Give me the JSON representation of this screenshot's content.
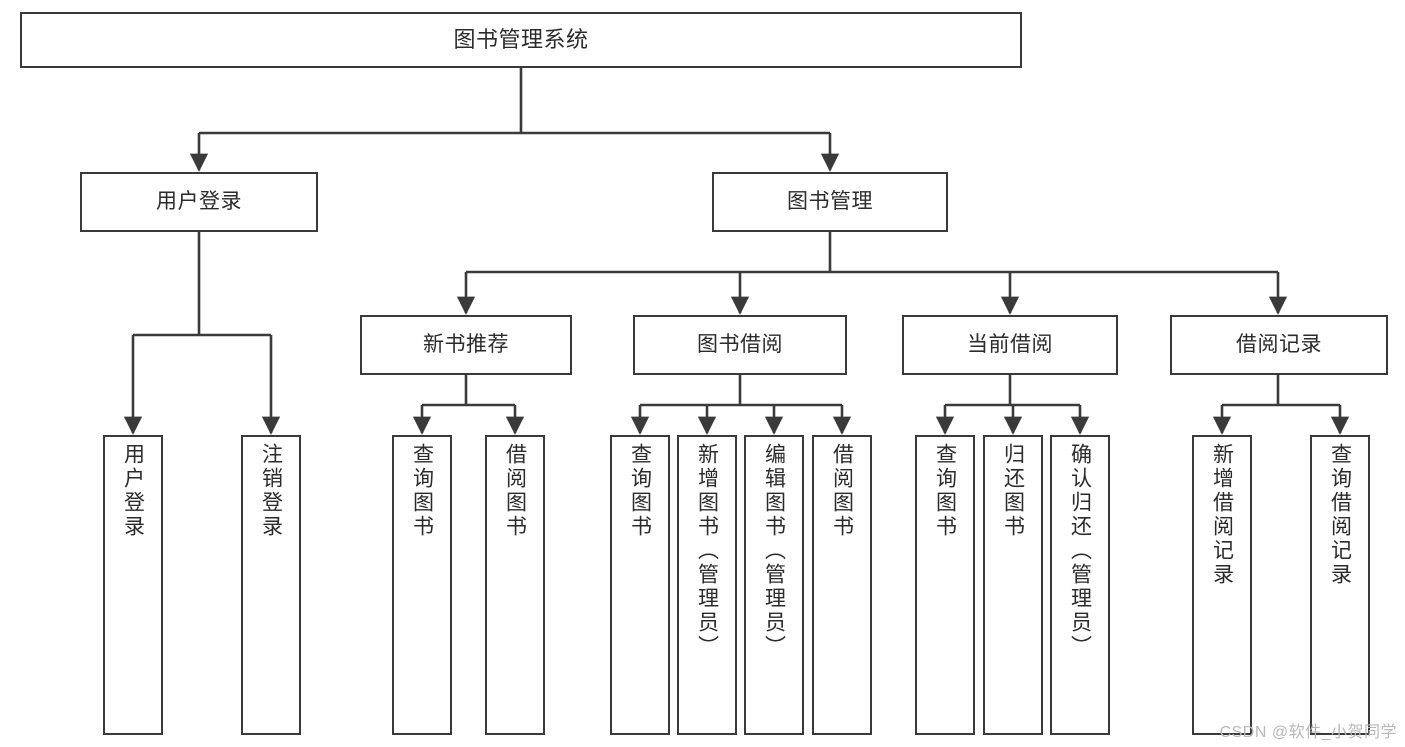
{
  "diagram": {
    "title": "图书管理系统",
    "type": "tree",
    "background_color": "#ffffff",
    "stroke_color": "#3a3a3a",
    "text_color": "#2b2b2b",
    "watermark": "CSDN @软件_小贺同学",
    "nodes": {
      "root": {
        "label": "图书管理系统"
      },
      "level2": [
        {
          "id": "user-login",
          "label": "用户登录"
        },
        {
          "id": "book-manage",
          "label": "图书管理"
        }
      ],
      "level3": [
        {
          "id": "new-book-recommend",
          "label": "新书推荐"
        },
        {
          "id": "book-borrow",
          "label": "图书借阅"
        },
        {
          "id": "current-borrow",
          "label": "当前借阅"
        },
        {
          "id": "borrow-record",
          "label": "借阅记录"
        }
      ],
      "leaves": {
        "user-login": [
          {
            "id": "leaf-user-login",
            "label": "用户登录"
          },
          {
            "id": "leaf-logout-login",
            "label": "注销登录"
          }
        ],
        "new-book-recommend": [
          {
            "id": "leaf-query-book-1",
            "label": "查询图书"
          },
          {
            "id": "leaf-borrow-book-1",
            "label": "借阅图书"
          }
        ],
        "book-borrow": [
          {
            "id": "leaf-query-book-2",
            "label": "查询图书"
          },
          {
            "id": "leaf-add-book",
            "label": "新增图书（管理员）"
          },
          {
            "id": "leaf-edit-book",
            "label": "编辑图书（管理员）"
          },
          {
            "id": "leaf-borrow-book-2",
            "label": "借阅图书"
          }
        ],
        "current-borrow": [
          {
            "id": "leaf-query-book-3",
            "label": "查询图书"
          },
          {
            "id": "leaf-return-book",
            "label": "归还图书"
          },
          {
            "id": "leaf-confirm-return",
            "label": "确认归还（管理员）"
          }
        ],
        "borrow-record": [
          {
            "id": "leaf-add-record",
            "label": "新增借阅记录"
          },
          {
            "id": "leaf-query-record",
            "label": "查询借阅记录"
          }
        ]
      }
    }
  }
}
